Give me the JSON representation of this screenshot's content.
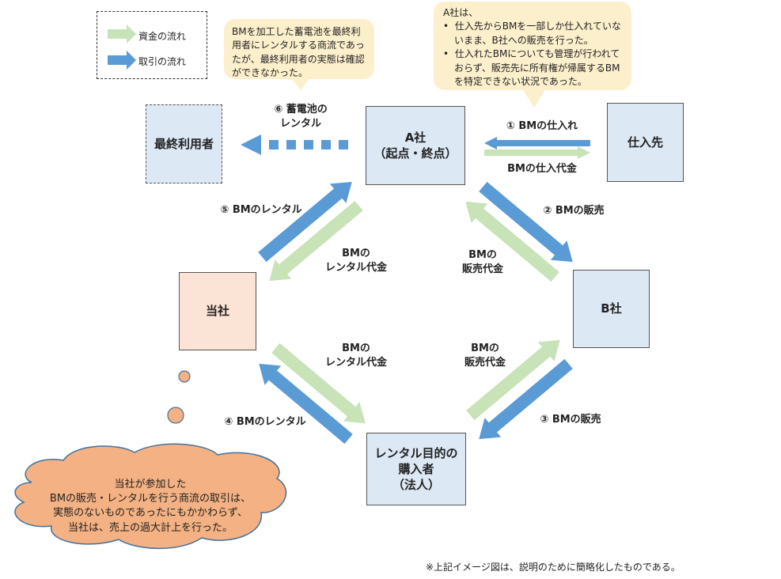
{
  "legend": {
    "items": [
      {
        "label": "資金の流れ",
        "color": "#c7e3b7"
      },
      {
        "label": "取引の流れ",
        "color": "#5b9bd5"
      }
    ]
  },
  "colors": {
    "money_flow": "#c7e3b7",
    "trade_flow": "#5b9bd5",
    "entity_box": "#dde8f5",
    "company_box": "#fbe3d5",
    "callout": "#fcefcc",
    "cloud": "#f4b183"
  },
  "callouts": {
    "end_user_note": "BMを加工した蓄電池を最終利用者にレンタルする商流であったが、最終利用者の実態は確認ができなかった。",
    "company_a_note": {
      "intro": "A社は、",
      "bullets": [
        "仕入先からBMを一部しか仕入れていないまま、B社への販売を行った。",
        "仕入れたBMについても管理が行われておらず、販売先に所有権が帰属するBMを特定できない状況であった。"
      ]
    },
    "cloud_note": "当社が参加した\nBMの販売・レンタルを行う商流の取引は、\n実態のないものであったにもかかわらず、\n当社は、売上の過大計上を行った。"
  },
  "entities": {
    "end_user": "最終利用者",
    "company_a": "A社\n（起点・終点）",
    "supplier": "仕入先",
    "our_company": "当社",
    "company_b": "B社",
    "rental_buyer": "レンタル目的の\n購入者\n（法人）"
  },
  "flows": {
    "f1_trade": "① BMの仕入れ",
    "f1_money": "BMの仕入代金",
    "f2_trade": "② BMの販売",
    "f2_money": "BMの\n販売代金",
    "f3_trade": "③ BMの販売",
    "f3_money": "BMの\n販売代金",
    "f4_trade": "④ BMのレンタル",
    "f4_money": "BMの\nレンタル代金",
    "f5_trade": "⑤ BMのレンタル",
    "f5_money": "BMの\nレンタル代金",
    "f6_trade": "⑥ 蓄電池の\nレンタル"
  },
  "footnote": "※上記イメージ図は、説明のために簡略化したものである。"
}
